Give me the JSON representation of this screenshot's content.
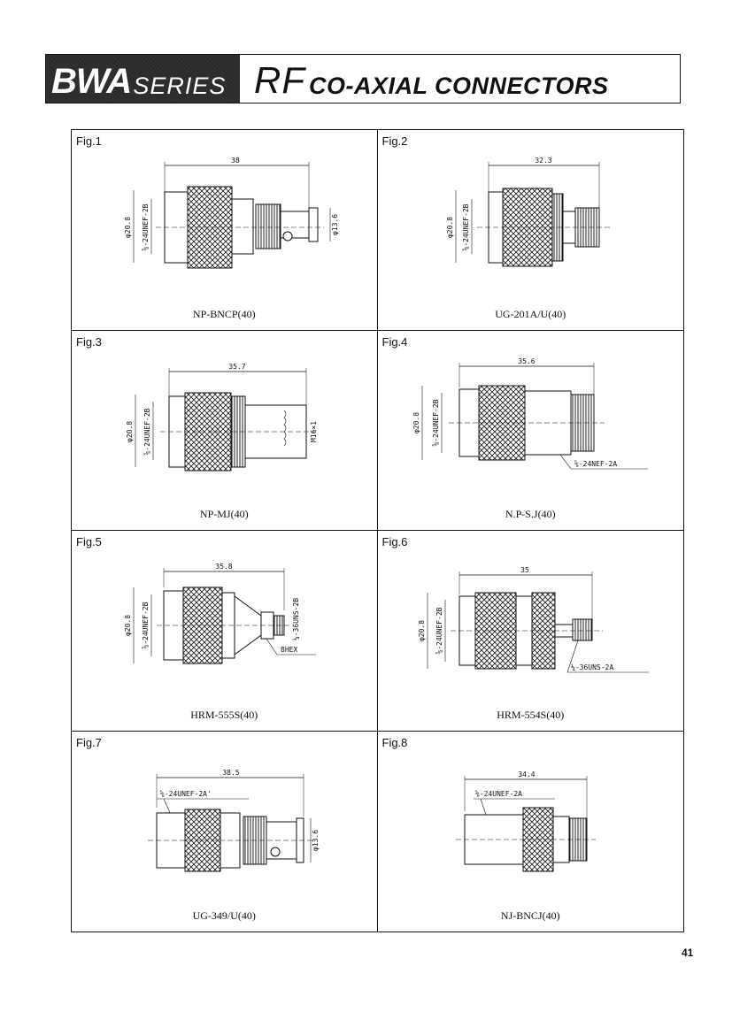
{
  "header": {
    "series_prefix": "BWA",
    "series_word": "SERIES",
    "rf": "RF",
    "title": "CO-AXIAL CONNECTORS"
  },
  "figures": [
    {
      "label": "Fig.1",
      "caption": "NP-BNCP(40)",
      "length": "38",
      "dia_outer": "φ20.8",
      "thread": "⅝-24UNEF-2B",
      "dia_end": "φ13.6"
    },
    {
      "label": "Fig.2",
      "caption": "UG-201A/U(40)",
      "length": "32.3",
      "dia_outer": "φ20.8",
      "thread": "⅝-24UNEF-2B"
    },
    {
      "label": "Fig.3",
      "caption": "NP-MJ(40)",
      "length": "35.7",
      "dia_outer": "φ20.8",
      "thread": "⅝-24UNEF-2B",
      "end_thread": "M16×1"
    },
    {
      "label": "Fig.4",
      "caption": "N.P-S.J(40)",
      "length": "35.6",
      "dia_outer": "φ20.8",
      "thread": "⅝-24UNEF-2B",
      "end_thread": "⅝-24NEF-2A"
    },
    {
      "label": "Fig.5",
      "caption": "HRM-555S(40)",
      "length": "35.8",
      "dia_outer": "φ20.8",
      "thread": "⅝-24UNEF-2B",
      "end_thread": "¼-36UNS-2B",
      "hex": "8HEX"
    },
    {
      "label": "Fig.6",
      "caption": "HRM-554S(40)",
      "length": "35",
      "dia_outer": "φ20.8",
      "thread": "⅝-24UNEF-2B",
      "end_thread": "¼-36UNS-2A"
    },
    {
      "label": "Fig.7",
      "caption": "UG-349/U(40)",
      "length": "38.5",
      "thread": "⅝-24UNEF-2A'",
      "dia_end": "φ13.6"
    },
    {
      "label": "Fig.8",
      "caption": "NJ-BNCJ(40)",
      "length": "34.4",
      "thread": "⅝-24UNEF-2A"
    }
  ],
  "page_number": "41"
}
